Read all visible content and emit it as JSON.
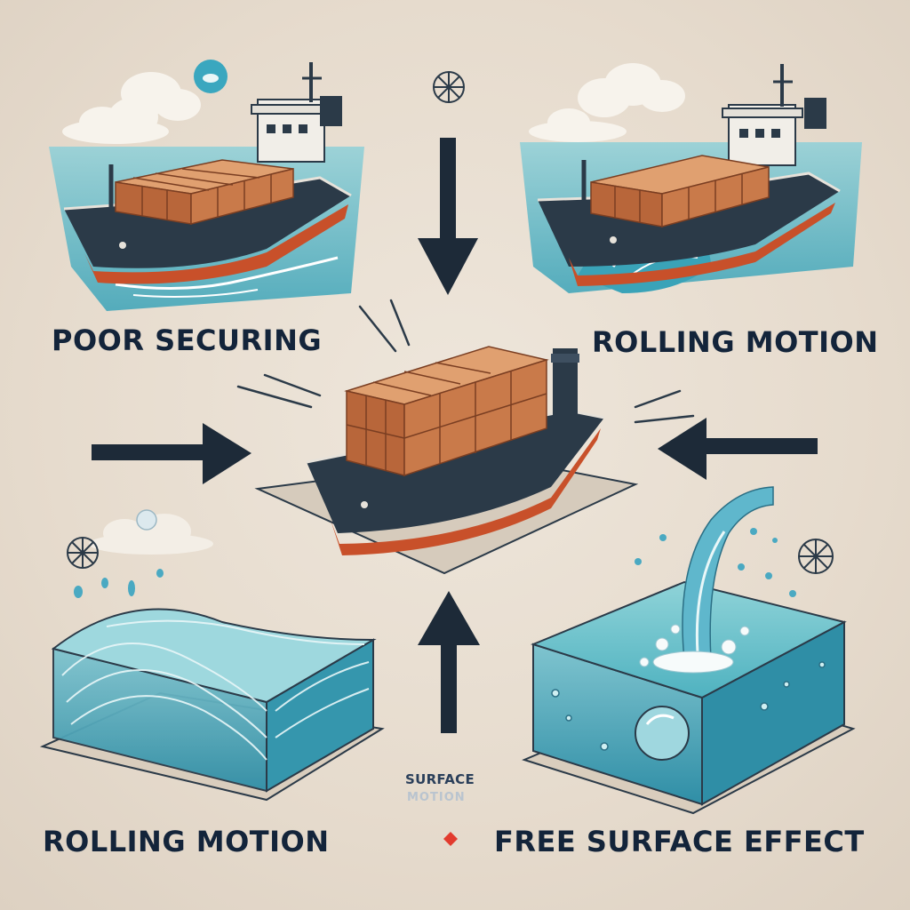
{
  "labels": {
    "poor_securing": "POOR SECURING",
    "rolling_motion_top": "ROLLING MOTION",
    "rolling_motion_bottom": "ROLLING MOTION",
    "free_surface_effect": "FREE SURFACE EFFECT",
    "center_small": "SURFACE",
    "center_small_faded": "MOTION"
  },
  "icons": [
    "compass-wheel-icon",
    "arrow-down-icon",
    "arrow-right-icon",
    "arrow-left-icon",
    "arrow-up-icon",
    "water-drop-icon",
    "red-diamond-icon"
  ],
  "colors": {
    "background": "#e9dfd3",
    "hull": "#2b3a48",
    "hull_bottom": "#c8502a",
    "cargo": "#c97a4a",
    "sea": "#3aa3b8",
    "text": "#13243a",
    "accent_red": "#e23b2e"
  }
}
